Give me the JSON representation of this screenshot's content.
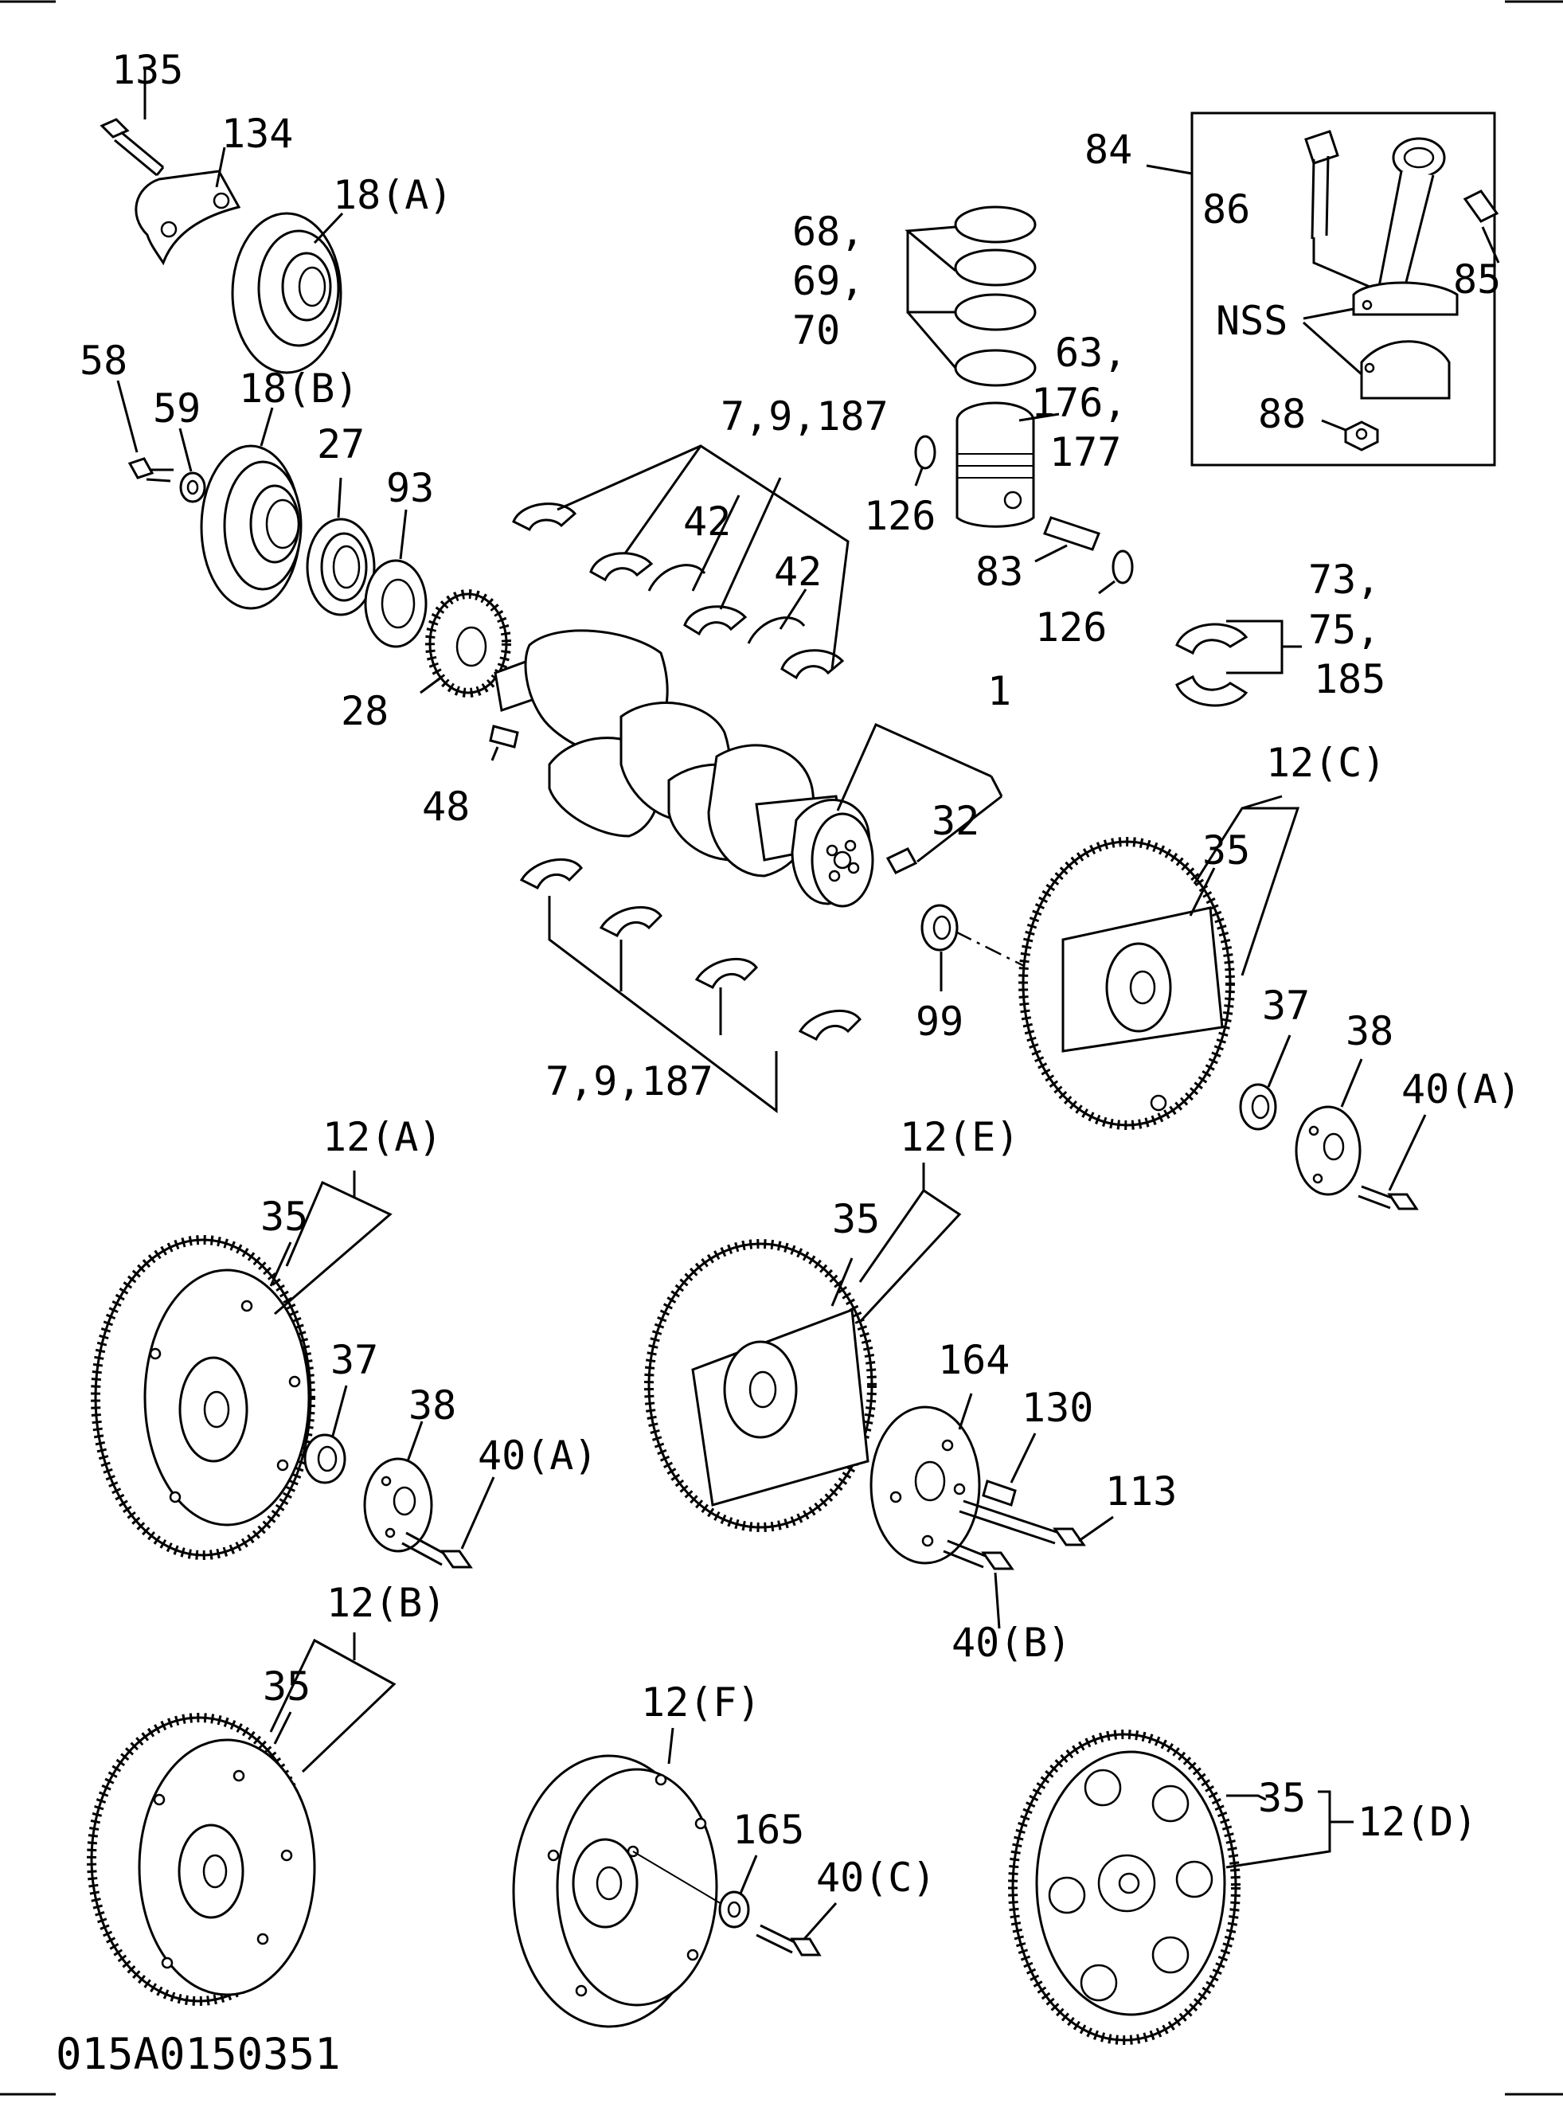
{
  "drawing": {
    "code": "015A0150351",
    "labels": {
      "l135": "135",
      "l134": "134",
      "l18a": "18(A)",
      "l58": "58",
      "l59": "59",
      "l18b": "18(B)",
      "l27": "27",
      "l93": "93",
      "l28": "28",
      "l48": "48",
      "l68": "68,",
      "l69": "69,",
      "l70": "70",
      "l63": "63,",
      "l176": "176,",
      "l177": "177",
      "l7_top": "7,9,187",
      "l42a": "42",
      "l42b": "42",
      "l126a": "126",
      "l83": "83",
      "l126b": "126",
      "l84": "84",
      "l86": "86",
      "l85": "85",
      "lnss": "NSS",
      "l88": "88",
      "l73": "73,",
      "l75": "75,",
      "l185": "185",
      "l1": "1",
      "l32": "32",
      "l99": "99",
      "l7_bot": "7,9,187",
      "l12c": "12(C)",
      "l35c": "35",
      "l37c": "37",
      "l38c": "38",
      "l40ac": "40(A)",
      "l12a": "12(A)",
      "l35a": "35",
      "l37a": "37",
      "l38a": "38",
      "l40aa": "40(A)",
      "l12e": "12(E)",
      "l35e": "35",
      "l164": "164",
      "l130": "130",
      "l113": "113",
      "l40b": "40(B)",
      "l12b": "12(B)",
      "l35b": "35",
      "l12f": "12(F)",
      "l165": "165",
      "l40c": "40(C)",
      "l35d": "35",
      "l12d": "12(D)"
    }
  }
}
